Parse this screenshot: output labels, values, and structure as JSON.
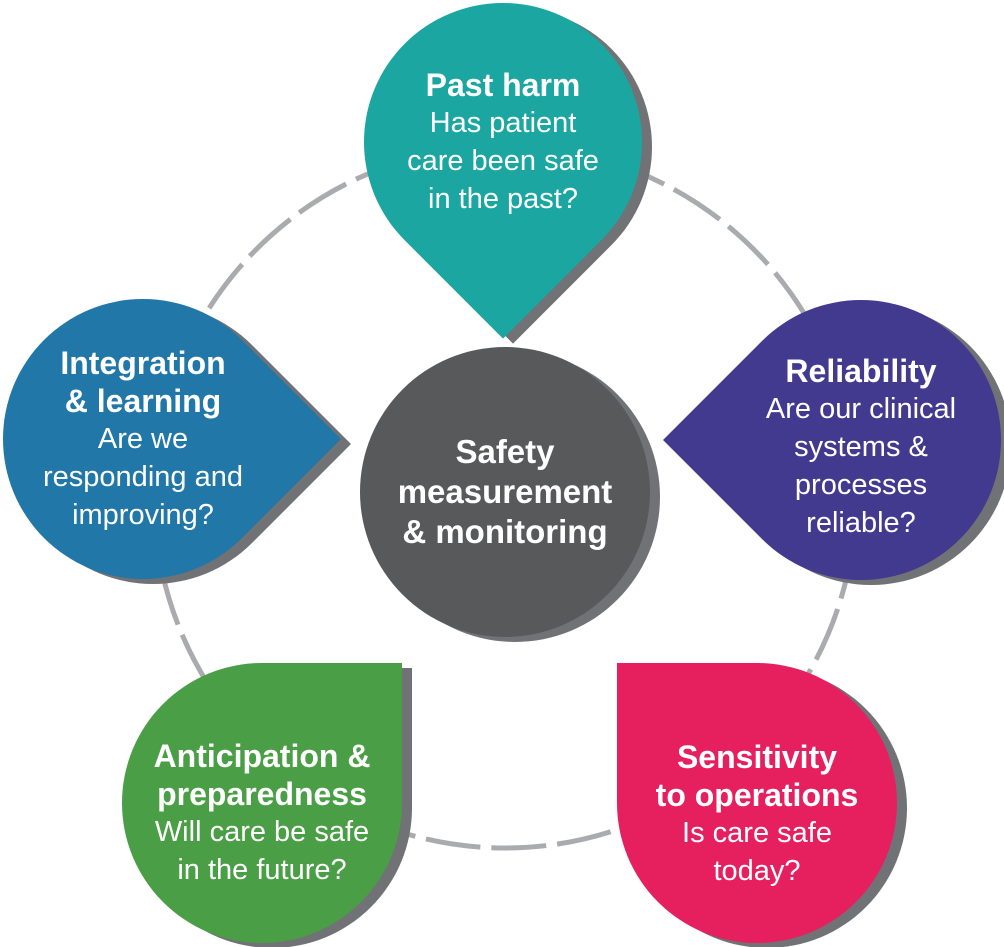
{
  "colors": {
    "background": "#FFFFFF",
    "text": "#FFFFFF",
    "ring": "#A9ABAE",
    "shadow": "#717275"
  },
  "ring": {
    "style": "dashed",
    "description": "light gray dashed circle connecting the five outer nodes"
  },
  "center": {
    "id": "safety-measurement-monitoring",
    "label": "Safety\nmeasurement\n& monitoring",
    "color": "#58595B"
  },
  "nodes": [
    {
      "id": "past-harm",
      "title": "Past harm",
      "question": "Has patient\ncare been safe\nin the past?",
      "color": "#1BA6A2",
      "position": "top",
      "pointer_direction": "down"
    },
    {
      "id": "reliability",
      "title": "Reliability",
      "question": "Are our clinical\nsystems &\nprocesses\nreliable?",
      "color": "#413A8E",
      "position": "right",
      "pointer_direction": "left"
    },
    {
      "id": "sensitivity-to-operations",
      "title": "Sensitivity\nto operations",
      "question": "Is care safe\ntoday?",
      "color": "#E6205F",
      "position": "bottom-right",
      "pointer_direction": "up-left"
    },
    {
      "id": "anticipation-and-preparedness",
      "title": "Anticipation &\npreparedness",
      "question": "Will care be safe\nin the future?",
      "color": "#4A9E45",
      "position": "bottom-left",
      "pointer_direction": "up-right"
    },
    {
      "id": "integration-and-learning",
      "title": "Integration\n& learning",
      "question": "Are we\nresponding and\nimproving?",
      "color": "#2077A8",
      "position": "left",
      "pointer_direction": "right"
    }
  ]
}
